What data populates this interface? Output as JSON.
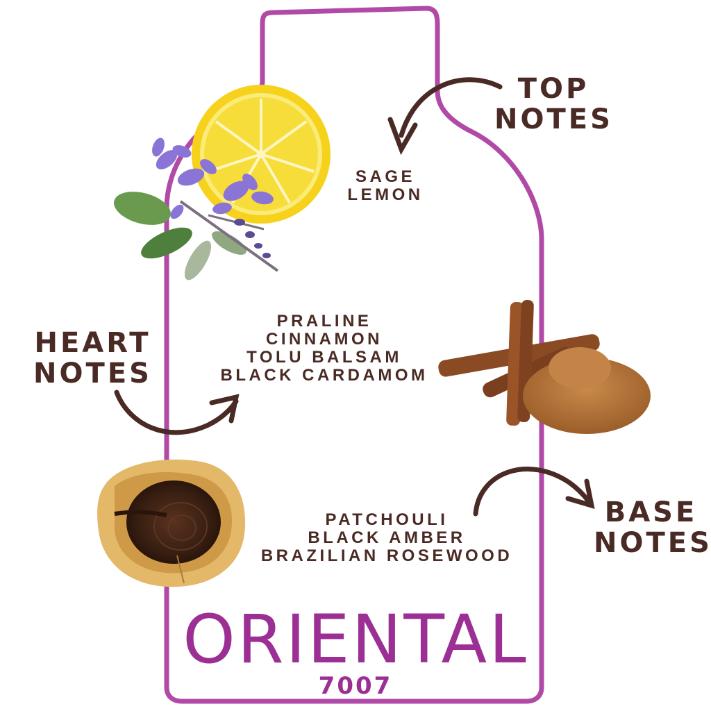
{
  "labels": {
    "top": [
      "TOP",
      "NOTES"
    ],
    "heart": [
      "HEART",
      "NOTES"
    ],
    "base": [
      "BASE",
      "NOTES"
    ]
  },
  "notes": {
    "top": [
      "SAGE",
      "LEMON"
    ],
    "heart": [
      "PRALINE",
      "CINNAMON",
      "TOLU BALSAM",
      "BLACK CARDAMOM"
    ],
    "base": [
      "PATCHOULI",
      "BLACK AMBER",
      "BRAZILIAN ROSEWOOD"
    ]
  },
  "brand": {
    "name": "ORIENTAL",
    "number": "7007"
  },
  "colors": {
    "bottle": "#b04aa6",
    "text": "#4a2a24",
    "brand": "#9b2f94"
  },
  "icons": [
    "lemon-slice-icon",
    "sage-flower-icon",
    "cinnamon-icon",
    "rosewood-log-icon"
  ]
}
